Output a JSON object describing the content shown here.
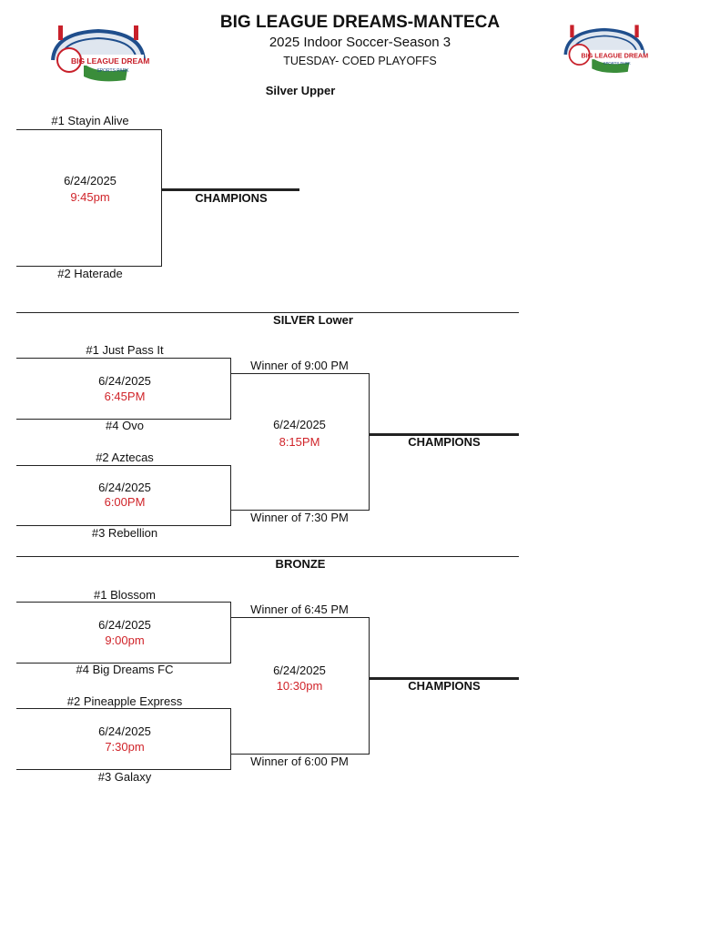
{
  "header": {
    "title": "BIG LEAGUE DREAMS-MANTECA",
    "subtitle": "2025 Indoor Soccer-Season 3",
    "league": "TUESDAY- COED PLAYOFFS",
    "logo_text": "BIG LEAGUE DREAMS",
    "logo_subtext": "SPORTS PARK"
  },
  "silver_upper": {
    "label": "Silver Upper",
    "team1": "#1 Stayin Alive",
    "team2": "#2 Haterade",
    "date": "6/24/2025",
    "time": "9:45pm",
    "champions": "CHAMPIONS"
  },
  "silver_lower": {
    "label": "SILVER Lower",
    "game1": {
      "team1": "#1 Just Pass It",
      "team2": "#4 Ovo",
      "date": "6/24/2025",
      "time": "6:45PM"
    },
    "game2": {
      "team1": "#2 Aztecas",
      "team2": "#3 Rebellion",
      "date": "6/24/2025",
      "time": "6:00PM"
    },
    "final": {
      "top": "Winner of 9:00 PM",
      "bottom": "Winner of 7:30 PM",
      "date": "6/24/2025",
      "time": "8:15PM"
    },
    "champions": "CHAMPIONS"
  },
  "bronze": {
    "label": "BRONZE",
    "game1": {
      "team1": "#1 Blossom",
      "team2": "#4 Big Dreams FC",
      "date": "6/24/2025",
      "time": "9:00pm"
    },
    "game2": {
      "team1": "#2 Pineapple Express",
      "team2": "#3 Galaxy",
      "date": "6/24/2025",
      "time": "7:30pm"
    },
    "final": {
      "top": "Winner of 6:45 PM",
      "bottom": "Winner of 6:00 PM",
      "date": "6/24/2025",
      "time": "10:30pm"
    },
    "champions": "CHAMPIONS"
  },
  "colors": {
    "time_red": "#d0242a",
    "logo_blue": "#1f4e8c",
    "logo_red": "#c8202a",
    "logo_green": "#3a8d3a"
  }
}
